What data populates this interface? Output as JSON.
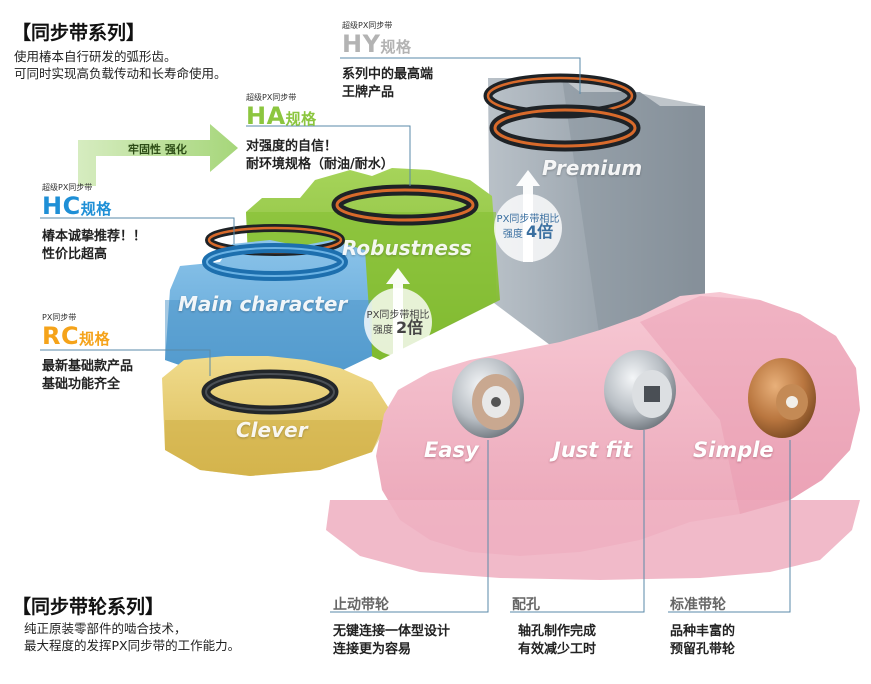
{
  "belt_series": {
    "title": "【同步带系列】",
    "desc_lines": [
      "使用椿本自行研发的弧形齿。",
      "可同时实现高负载传动和长寿命使用。"
    ]
  },
  "progress_arrow": {
    "label": "牢固性 强化"
  },
  "specs": {
    "hy": {
      "sup": "超级PX同步带",
      "code": "HY",
      "suffix": "规格",
      "lines": [
        "系列中的最高端",
        "王牌产品"
      ],
      "color": "#bdbdbd"
    },
    "ha": {
      "sup": "超级PX同步带",
      "code": "HA",
      "suffix": "规格",
      "lines": [
        "对强度的自信！",
        "耐环境规格（耐油/耐水）"
      ],
      "color": "#8cc63f"
    },
    "hc": {
      "sup": "超级PX同步带",
      "code": "HC",
      "suffix": "规格",
      "lines": [
        "椿本诚挚推荐！！",
        "性价比超高"
      ],
      "color": "#1e8fd6"
    },
    "rc": {
      "sup": "PX同步带",
      "code": "RC",
      "suffix": "规格",
      "lines": [
        "最新基础款产品",
        "基础功能齐全"
      ],
      "color": "#f5a31a"
    }
  },
  "gear_keywords": {
    "premium": "Premium",
    "robustness": "Robustness",
    "main": "Main character",
    "clever": "Clever",
    "easy": "Easy",
    "justfit": "Just fit",
    "simple": "Simple"
  },
  "strength_badges": [
    {
      "line1": "PX同步带相比",
      "line2_prefix": "强度",
      "times": "2倍"
    },
    {
      "line1": "PX同步带相比",
      "line2_prefix": "强度",
      "times": "4倍"
    }
  ],
  "pulley_series": {
    "title": "【同步带轮系列】",
    "desc_lines": [
      "纯正原装零部件的啮合技术，",
      "最大程度的发挥PX同步带的工作能力。"
    ]
  },
  "pulleys": [
    {
      "title": "止动带轮",
      "lines": [
        "无键连接一体型设计",
        "连接更为容易"
      ]
    },
    {
      "title": "配孔",
      "lines": [
        "轴孔制作完成",
        "有效减少工时"
      ]
    },
    {
      "title": "标准带轮",
      "lines": [
        "品种丰富的",
        "预留孔带轮"
      ]
    }
  ],
  "colors": {
    "gray_gear": "#a9b2ba",
    "green_gear": "#92c83e",
    "blue_gear": "#6fb3e0",
    "yellow_gear": "#e8cf79",
    "pink_gear": "#f2b8c6",
    "line": "#5a8aa8"
  }
}
